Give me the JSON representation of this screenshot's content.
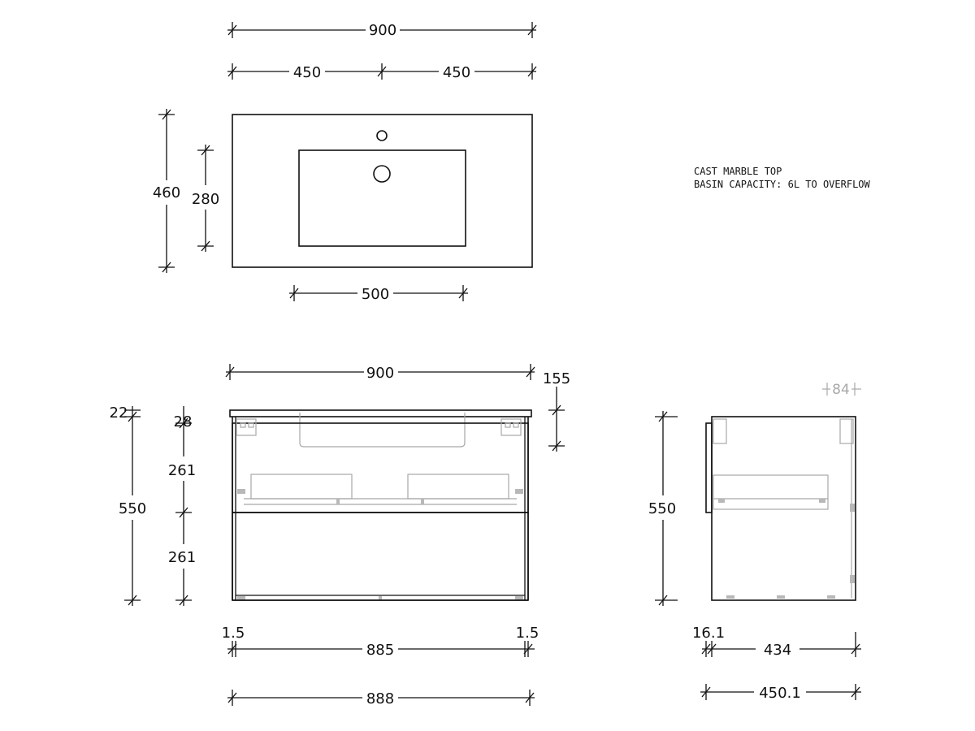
{
  "notes": {
    "line1": "CAST MARBLE TOP",
    "line2": "BASIN CAPACITY: 6L TO OVERFLOW"
  },
  "plan_view": {
    "overall_width": "900",
    "half_left": "450",
    "half_right": "450",
    "depth": "460",
    "basin_depth": "280",
    "basin_width": "500"
  },
  "front_view": {
    "overall_width": "900",
    "top_thickness_right": "155",
    "top_thickness_left": "22",
    "top_offset": "28",
    "height": "550",
    "drawer_upper": "261",
    "drawer_lower": "261",
    "side_gap_left": "1.5",
    "side_gap_right": "1.5",
    "inner_width": "885",
    "cabinet_width": "888"
  },
  "side_view": {
    "top_overhang": "84",
    "height": "550",
    "front_offset": "16.1",
    "cabinet_depth": "434",
    "overall_depth": "450.1"
  },
  "colors": {
    "line": "#111111",
    "hidden_detail": "#a8a8a8",
    "background": "#ffffff"
  }
}
